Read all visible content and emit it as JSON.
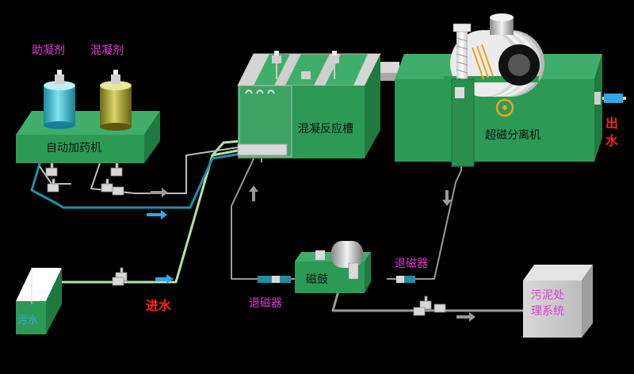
{
  "labels": {
    "coagulant_aid": "助凝剂",
    "coagulant": "混凝剂",
    "auto_dosing": "自动加药机",
    "mixing_tank": "混凝反应槽",
    "separator": "超磁分离机",
    "outlet_line1": "出",
    "outlet_line2": "水",
    "inlet": "进水",
    "demagnetizer_left": "退磁器",
    "demagnetizer_right": "退磁器",
    "magnetic_drum": "磁鼓",
    "sewage": "污水",
    "sludge_line1": "污泥处",
    "sludge_line2": "理系统"
  },
  "colors": {
    "background": "#000000",
    "equipment_green": "#2c9a55",
    "equipment_green_top": "#3fae6a",
    "equipment_green_side": "#1f7a40",
    "water_pipe": "#b8e0a6",
    "dosing_pipe": "#1f8fa8",
    "sludge_pipe": "#9a9a9a",
    "flow_arrow": "#2ea8e8",
    "label_magenta": "#e23bd6",
    "label_red": "#ff2020"
  }
}
